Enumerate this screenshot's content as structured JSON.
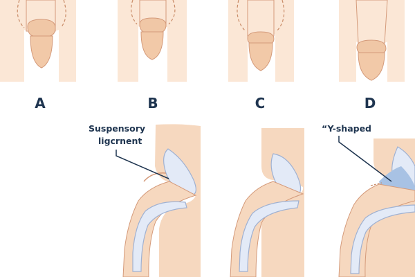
{
  "panels": [
    {
      "letter": "A"
    },
    {
      "letter": "B"
    },
    {
      "letter": "C"
    },
    {
      "letter": "D"
    }
  ],
  "callouts": {
    "suspensory_line1": "Suspensory",
    "suspensory_line2": "ligcrnent",
    "y_shaped": "“Y-shaped"
  },
  "colors": {
    "skin": "#fbe7d6",
    "skin_dark": "#f0c7a6",
    "glans": "#f2c9a8",
    "outline": "#d49a7a",
    "dashed": "#c88a66",
    "bone_fill": "#e3eaf7",
    "bone_outline": "#9fb1d2",
    "ligament_blue": "#a8c2e4",
    "label": "#1f3550"
  }
}
